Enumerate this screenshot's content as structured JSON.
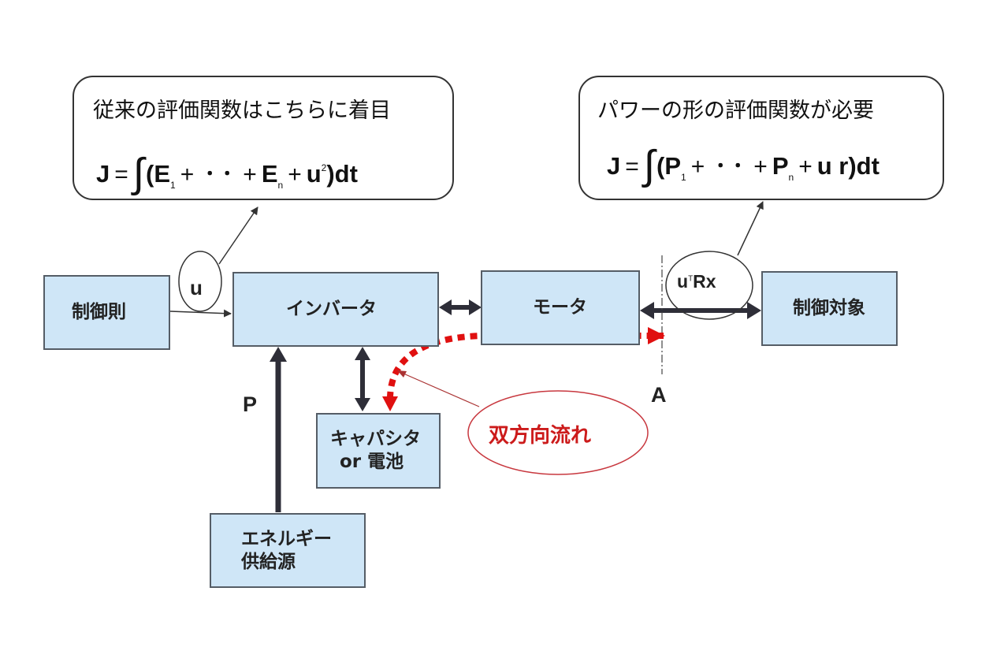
{
  "callouts": {
    "conventional": {
      "title": "従来の評価関数はこちらに着目",
      "formula": {
        "lhs": "J",
        "eq": "=",
        "integral": "∫",
        "open": "(",
        "term1": "E",
        "term1_sub": "1",
        "plus1": "+",
        "dots": "・・",
        "plus2": "+",
        "term2": "E",
        "term2_sub": "n",
        "plus3": "+",
        "term3": "u",
        "term3_sup": "2",
        "close": ")dt"
      }
    },
    "power": {
      "title": "パワーの形の評価関数が必要",
      "formula": {
        "lhs": "J",
        "eq": "=",
        "integral": "∫",
        "open": "(",
        "term1": "P",
        "term1_sub": "1",
        "plus1": "+",
        "dots": "・・",
        "plus2": "+",
        "term2": "P",
        "term2_sub": "n",
        "plus3": "+",
        "term3": "u r",
        "close": ")dt"
      }
    }
  },
  "blocks": {
    "control_law": "制御則",
    "inverter": "インバータ",
    "motor": "モータ",
    "plant": "制御対象",
    "capacitor_line1": "キャパシタ",
    "capacitor_line2": "or 電池",
    "energy_line1": "エネルギー",
    "energy_line2": "供給源"
  },
  "labels": {
    "u": "u",
    "utrx_u": "u",
    "utrx_sup": "T",
    "utrx_rest": "Rx",
    "p": "P",
    "a": "A",
    "bidirectional_flow": "双方向流れ"
  },
  "colors": {
    "block_fill": "#cfe6f7",
    "block_border": "#555d66",
    "arrow_dark": "#2e2e38",
    "flow_red": "#e01010",
    "flow_text": "#cc1b1b"
  }
}
